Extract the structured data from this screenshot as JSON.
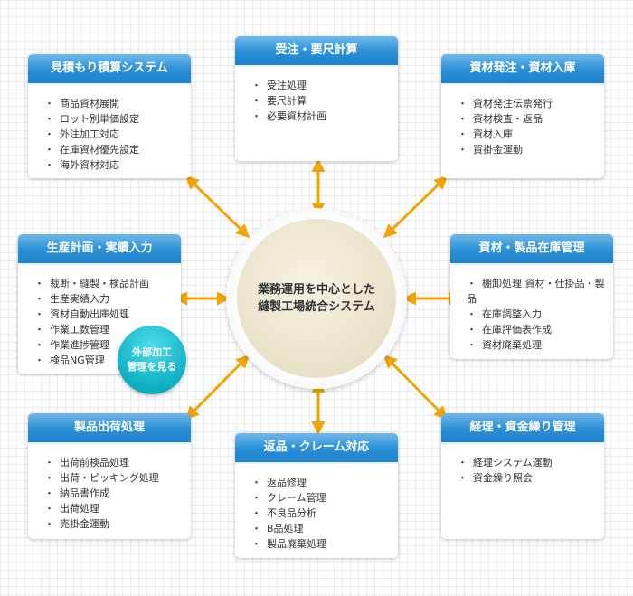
{
  "center": {
    "line1": "業務運用を中心とした",
    "line2": "縫製工場統合システム"
  },
  "external_button": {
    "line1": "外部加工",
    "line2": "管理を見る"
  },
  "colors": {
    "header": "#2a8fd6",
    "arrow": "#f5a300",
    "button": "#0fb0c2"
  },
  "modules": [
    {
      "title": "見積もり積算システム",
      "items": [
        "商品資材展開",
        "ロット別単価設定",
        "外注加工対応",
        "在庫資材優先設定",
        "海外資材対応"
      ]
    },
    {
      "title": "受注・要尺計算",
      "items": [
        "受注処理",
        "要尺計算",
        "必要資材計画"
      ]
    },
    {
      "title": "資材発注・資材入庫",
      "items": [
        "資材発注伝票発行",
        "資材検査・返品",
        "資材入庫",
        "買掛金運動"
      ]
    },
    {
      "title": "生産計画・実績入力",
      "items": [
        "裁断・縫製・検品計画",
        "生産実績入力",
        "資材自動出庫処理",
        "作業工数管理",
        "作業進捗管理",
        "検品NG管理"
      ]
    },
    {
      "title": "資材・製品在庫管理",
      "items": [
        "棚卸処理 資材・仕掛品・製品",
        "在庫調整入力",
        "在庫評価表作成",
        "資材廃棄処理"
      ]
    },
    {
      "title": "製品出荷処理",
      "items": [
        "出荷前検品処理",
        "出荷・ピッキング処理",
        "納品書作成",
        "出荷処理",
        "売掛金運動"
      ]
    },
    {
      "title": "返品・クレーム対応",
      "items": [
        "返品修理",
        "クレーム管理",
        "不良品分析",
        "B品処理",
        "製品廃棄処理"
      ]
    },
    {
      "title": "経理・資金繰り管理",
      "items": [
        "経理システム運動",
        "資金繰り照会"
      ]
    }
  ]
}
